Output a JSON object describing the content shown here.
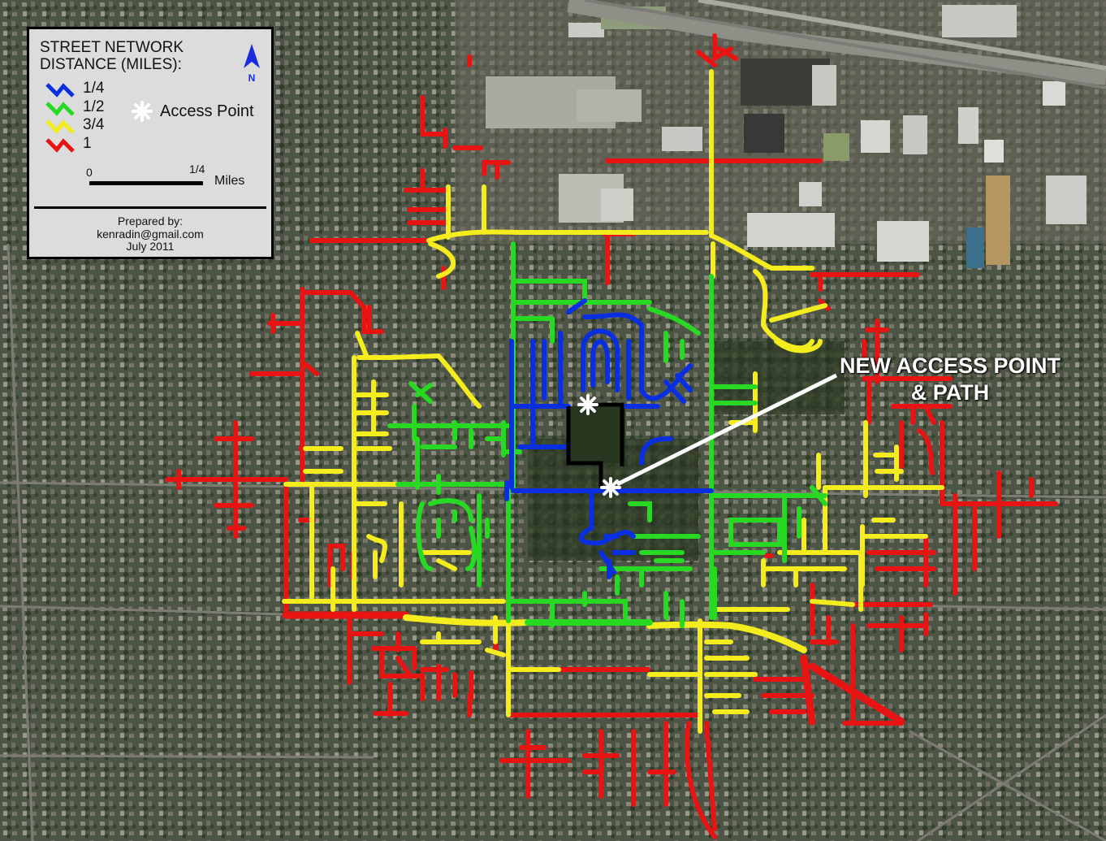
{
  "legend": {
    "title_line1": "STREET NETWORK",
    "title_line2": "DISTANCE (MILES):",
    "north_label": "N",
    "items": [
      {
        "label": "1/4",
        "color": "#0a2fe0"
      },
      {
        "label": "1/2",
        "color": "#27d923"
      },
      {
        "label": "3/4",
        "color": "#f4ec1c"
      },
      {
        "label": "1",
        "color": "#e81414"
      }
    ],
    "access_point_label": "Access Point",
    "scale_start": "0",
    "scale_end": "1/4",
    "scale_unit": "Miles",
    "prepared_by": "Prepared by:",
    "email": "kenradin@gmail.com",
    "date": "July 2011"
  },
  "callout": {
    "line1": "NEW ACCESS POINT",
    "line2": "& PATH"
  },
  "colors": {
    "quarter": "#0a2fe0",
    "half": "#27d923",
    "three_quarter": "#f4ec1c",
    "one": "#e81414",
    "marker": "#ffffff",
    "path": "#000000"
  }
}
